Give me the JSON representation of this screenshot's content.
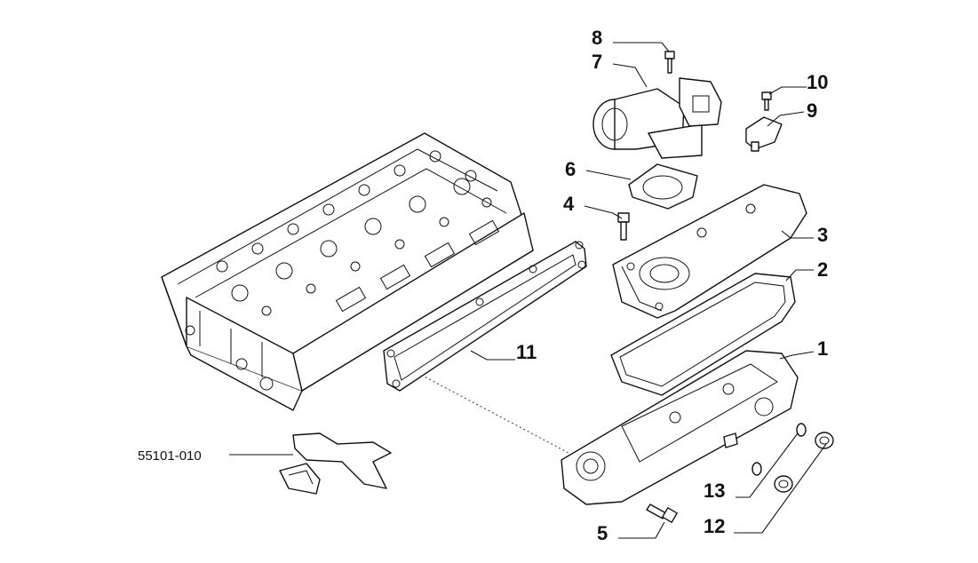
{
  "diagram": {
    "reference_code": "55101-010",
    "callouts": [
      {
        "id": "c1",
        "label": "1"
      },
      {
        "id": "c2",
        "label": "2"
      },
      {
        "id": "c3",
        "label": "3"
      },
      {
        "id": "c4",
        "label": "4"
      },
      {
        "id": "c5",
        "label": "5"
      },
      {
        "id": "c6",
        "label": "6"
      },
      {
        "id": "c7",
        "label": "7"
      },
      {
        "id": "c8",
        "label": "8"
      },
      {
        "id": "c9",
        "label": "9"
      },
      {
        "id": "c10",
        "label": "10"
      },
      {
        "id": "c11",
        "label": "11"
      },
      {
        "id": "c12",
        "label": "12"
      },
      {
        "id": "c13",
        "label": "13"
      }
    ]
  }
}
